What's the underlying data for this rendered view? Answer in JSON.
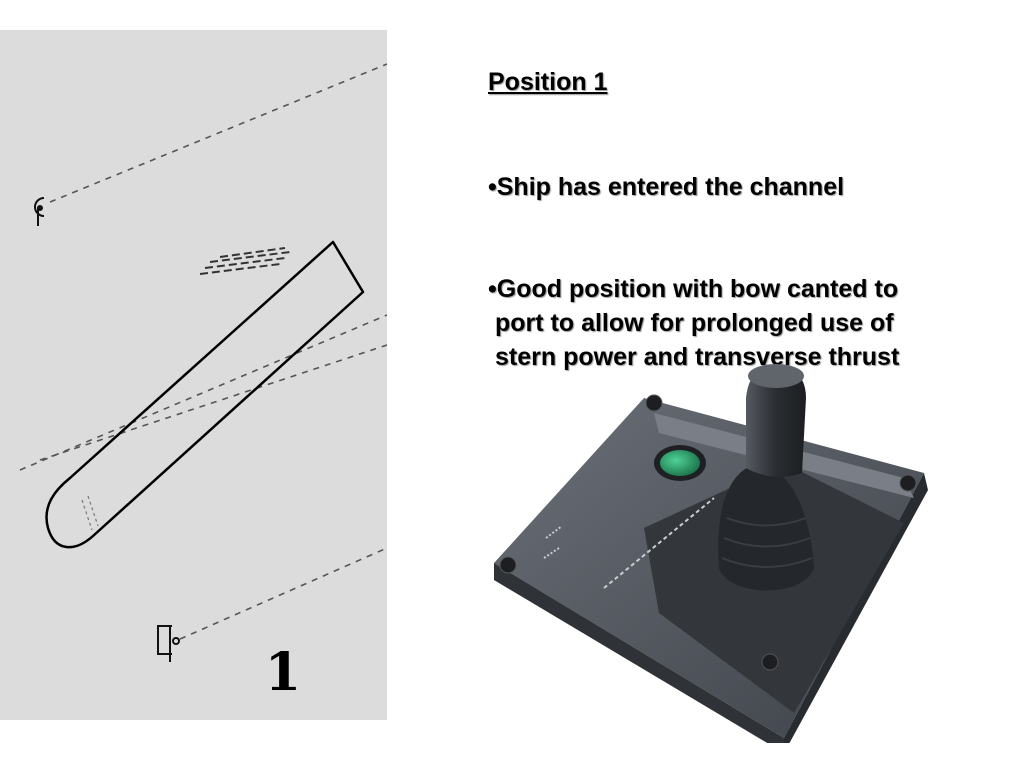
{
  "slide": {
    "title": "Position 1",
    "bullets": [
      {
        "lines": [
          "•Ship has entered the channel"
        ]
      },
      {
        "lines": [
          "•Good position with bow canted to",
          "port to allow for prolonged use of",
          "stern power and transverse thrust"
        ]
      }
    ]
  },
  "diagram": {
    "position_number": "1",
    "colors": {
      "background": "#dcdcdc",
      "lines": "#000000"
    }
  },
  "controller_image": {
    "icon": "bow-thruster-joystick-control-panel",
    "colors": {
      "body": "#4a4f57",
      "button": "#2f9a6a"
    }
  }
}
